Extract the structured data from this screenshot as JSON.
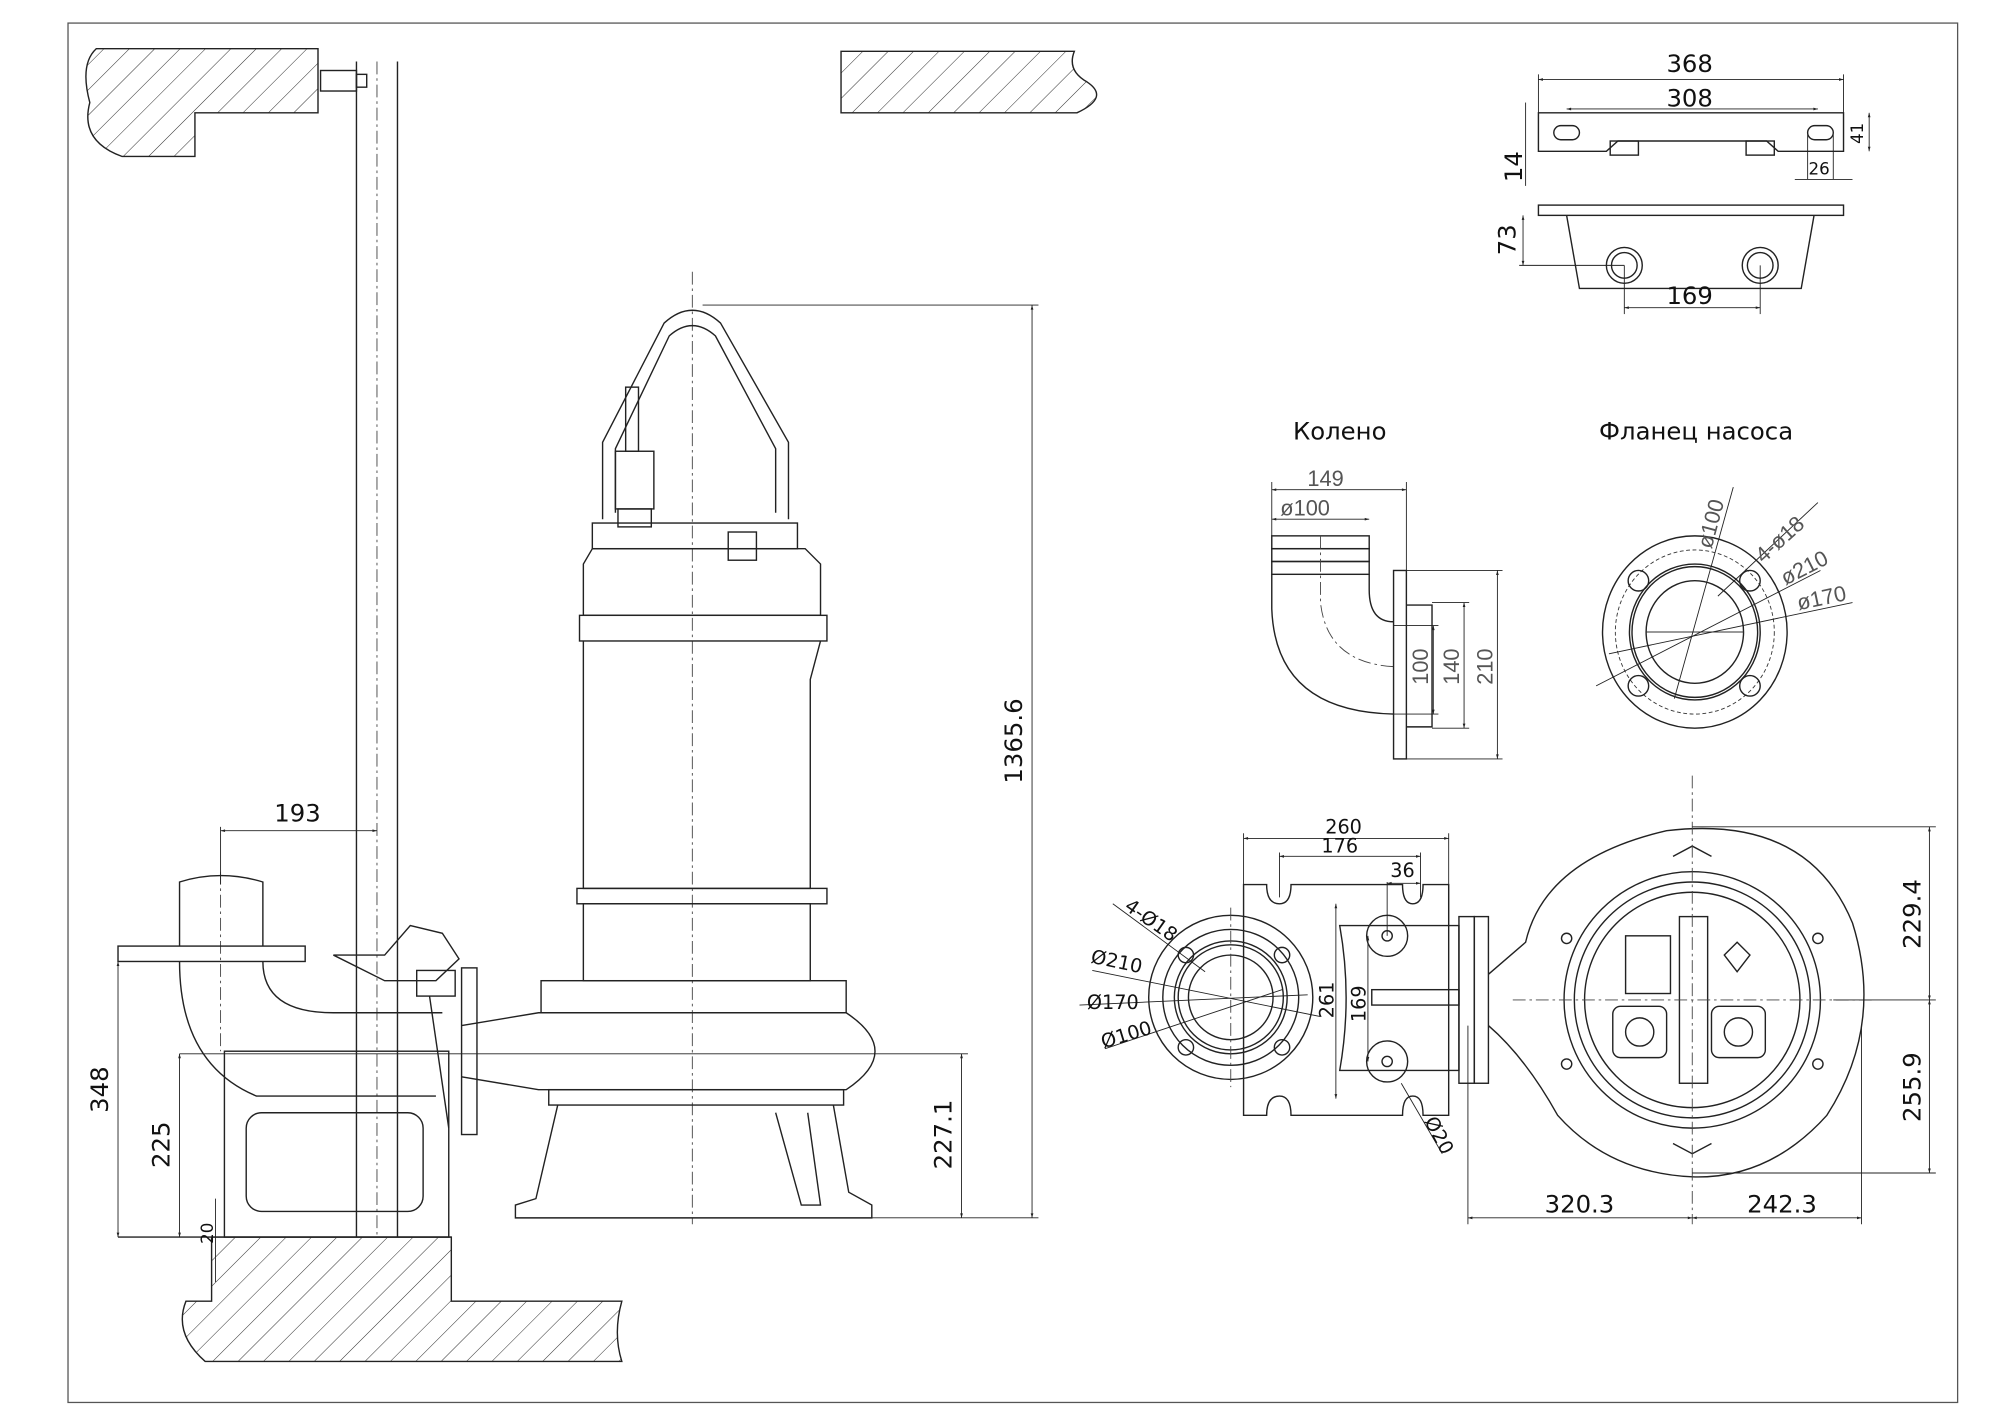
{
  "titles": {
    "elbow": "Колено",
    "pump_flange": "Фланец насоса"
  },
  "main_view": {
    "d_193": "193",
    "d_1365": "1365.6",
    "d_348": "348",
    "d_225": "225",
    "d_20": "20",
    "d_227": "227.1"
  },
  "bracket": {
    "d_368": "368",
    "d_308": "308",
    "d_41": "41",
    "d_14": "14",
    "d_26": "26",
    "d_73": "73",
    "d_169": "169"
  },
  "elbow": {
    "d_149": "149",
    "d_dia100": "ø100",
    "d_100": "100",
    "d_140": "140",
    "d_210": "210"
  },
  "pump_flange": {
    "d_100": "ø100",
    "holes": "4-ø18",
    "d_210": "ø210",
    "d_170": "ø170"
  },
  "plan": {
    "d_260": "260",
    "d_176": "176",
    "d_36": "36",
    "holes": "4-Ø18",
    "d_210": "Ø210",
    "d_170": "Ø170",
    "d_100": "Ø100",
    "d_261": "261",
    "d_169": "169",
    "d_20": "Ø20"
  },
  "top_view": {
    "d_229": "229.4",
    "d_255": "255.9",
    "d_320": "320.3",
    "d_242": "242.3"
  }
}
